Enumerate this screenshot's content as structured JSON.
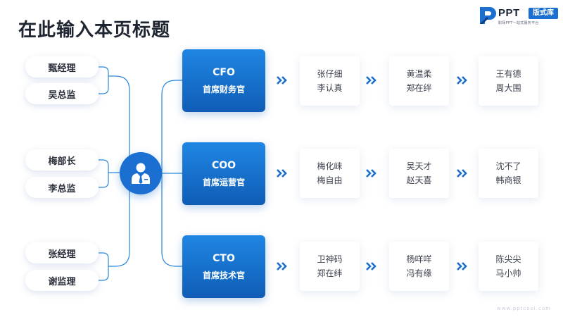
{
  "page": {
    "title": "在此输入本页标题"
  },
  "logo": {
    "ppt": "PPT",
    "badge": "版式库",
    "sub": "职场PPT一站式服务平台"
  },
  "left_people": [
    "甄经理",
    "吴总监",
    "梅部长",
    "李总监",
    "张经理",
    "谢监理"
  ],
  "center": {
    "icon": "person-suit-icon"
  },
  "rows": [
    {
      "code": "CFO",
      "role": "首席财务官",
      "cards": [
        [
          "张仔细",
          "李认真"
        ],
        [
          "黄温柔",
          "郑在绊"
        ],
        [
          "王有德",
          "周大围"
        ]
      ]
    },
    {
      "code": "COO",
      "role": "首席运营官",
      "cards": [
        [
          "梅化崃",
          "梅自由"
        ],
        [
          "吴天才",
          "赵天喜"
        ],
        [
          "沈不了",
          "韩商银"
        ]
      ]
    },
    {
      "code": "CTO",
      "role": "首席技术官",
      "cards": [
        [
          "卫神码",
          "郑在绊"
        ],
        [
          "杨咩咩",
          "冯有缘"
        ],
        [
          "陈尖尖",
          "马小帅"
        ]
      ]
    }
  ],
  "watermark": "www.pptcool.com",
  "colors": {
    "accent": "#1a6fd0",
    "connector": "#2a86dc"
  }
}
